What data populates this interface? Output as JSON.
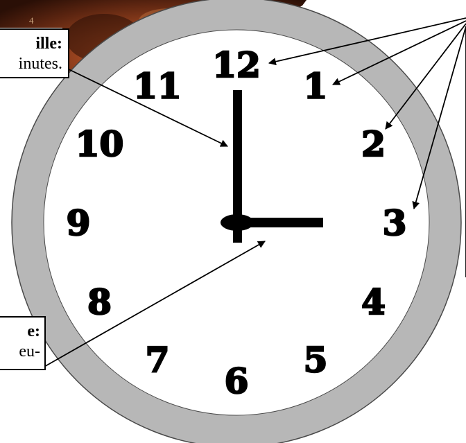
{
  "clock": {
    "numerals": [
      "12",
      "1",
      "2",
      "3",
      "4",
      "5",
      "6",
      "7",
      "8",
      "9",
      "10",
      "11"
    ],
    "time": {
      "hours": 3,
      "minutes": 0
    },
    "colors": {
      "bezel": "#b7b7b7",
      "face": "#ffffff",
      "hands": "#000000",
      "photo_dark": "#3e1a0c",
      "photo_copper": "#a64a22"
    }
  },
  "callouts": {
    "minute_hand": {
      "line1": "ille:",
      "line2": "inutes."
    },
    "hour_hand": {
      "line1": "e:",
      "line2": "eu-"
    },
    "photo_corner_digit": "4"
  }
}
